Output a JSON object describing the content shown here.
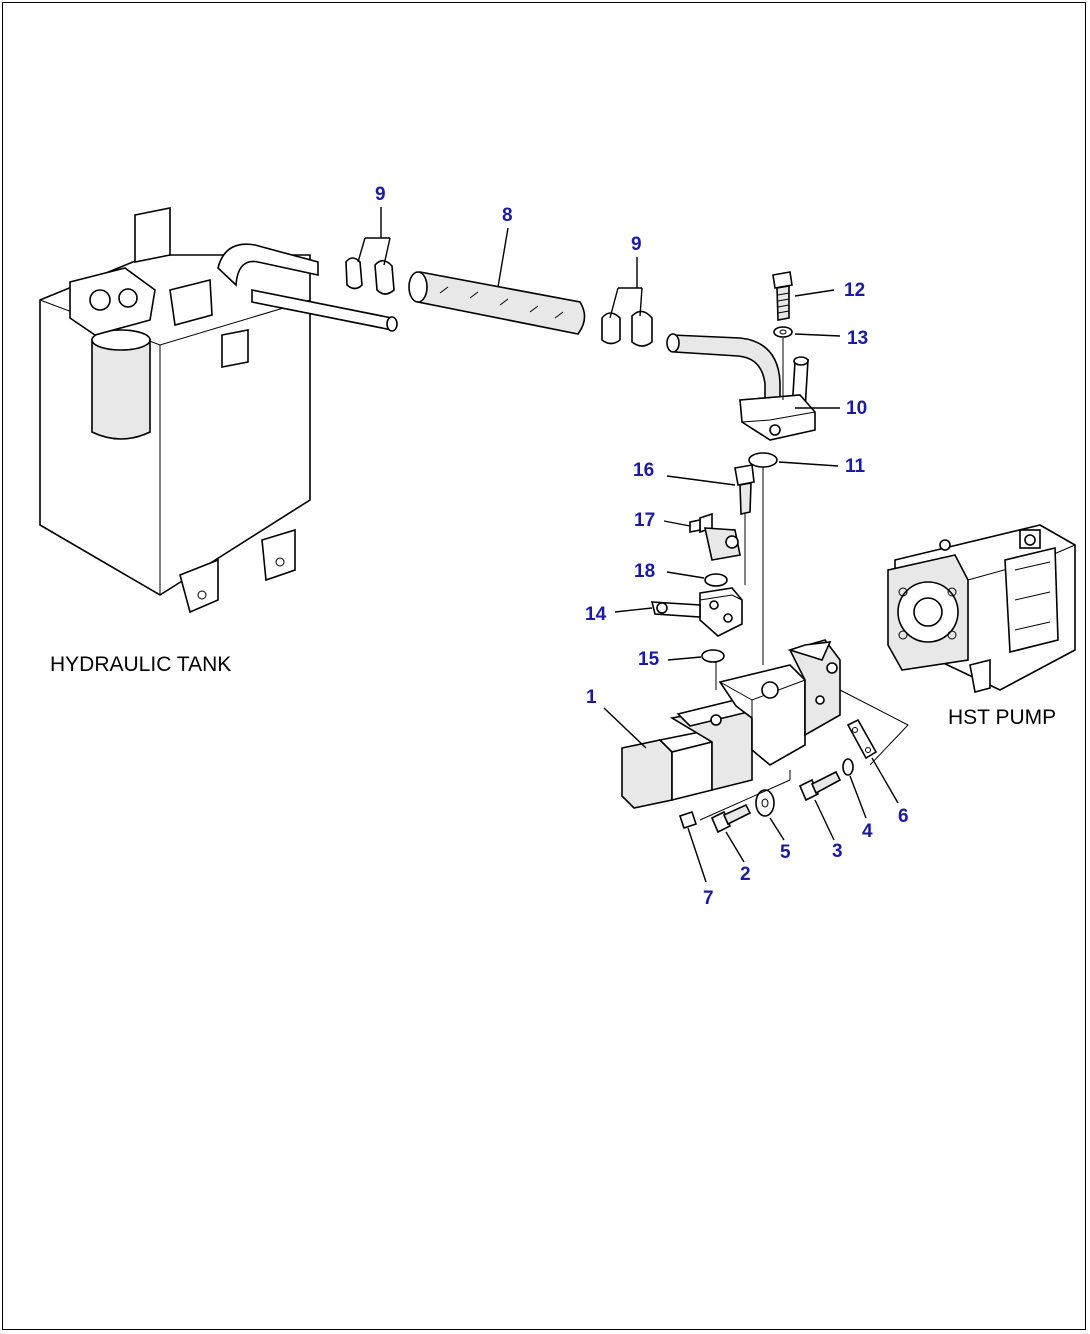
{
  "captions": {
    "hydraulic_tank": "HYDRAULIC TANK",
    "hst_pump": "HST PUMP"
  },
  "callouts": {
    "p1": "1",
    "p2": "2",
    "p3": "3",
    "p4": "4",
    "p5": "5",
    "p6": "6",
    "p7": "7",
    "p8": "8",
    "p9a": "9",
    "p9b": "9",
    "p10": "10",
    "p11": "11",
    "p12": "12",
    "p13": "13",
    "p14": "14",
    "p15": "15",
    "p16": "16",
    "p17": "17",
    "p18": "18"
  },
  "colors": {
    "callout": "#1a1aa6",
    "line": "#000000"
  }
}
